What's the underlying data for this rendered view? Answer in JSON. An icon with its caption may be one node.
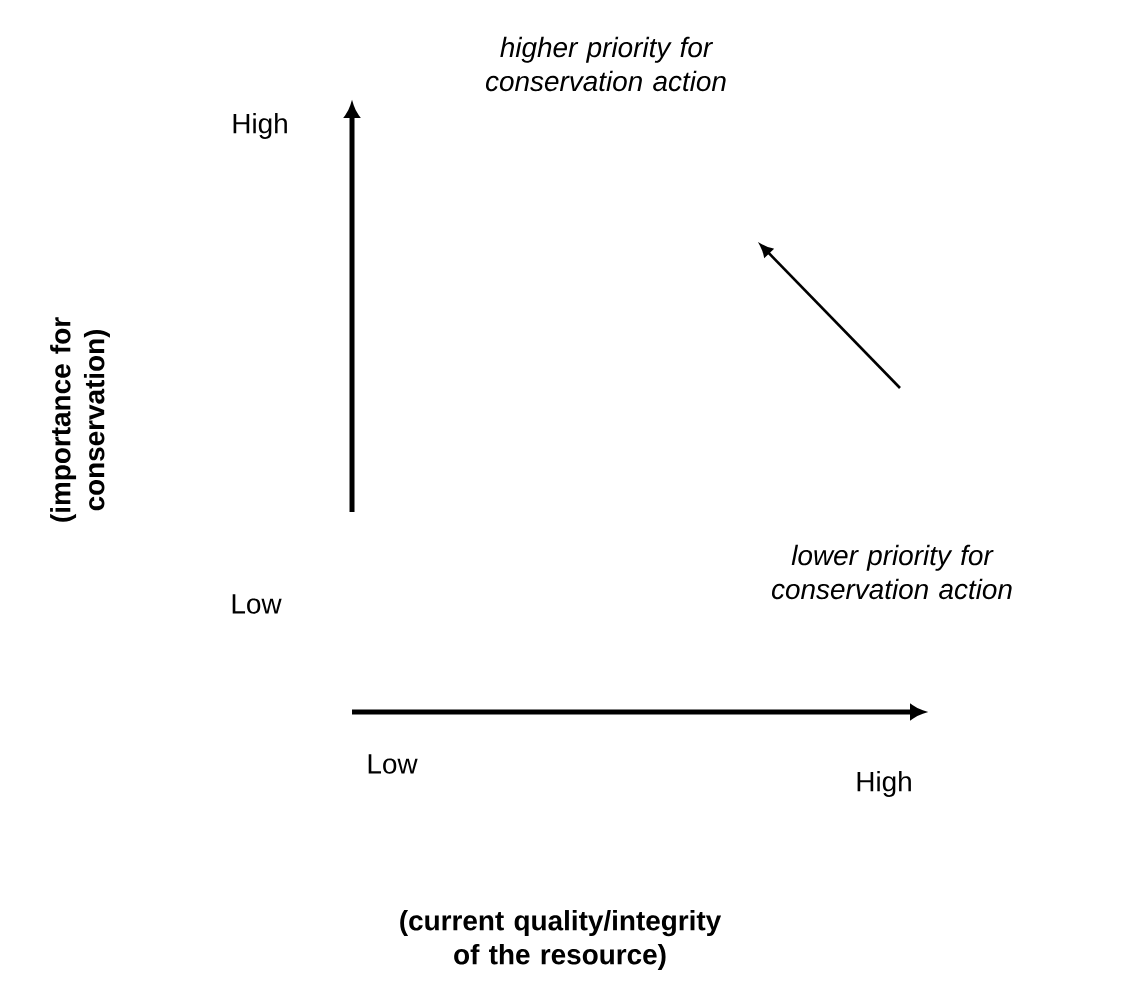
{
  "diagram": {
    "nodes": [
      {
        "text": [
          "higher priority for conservation action"
        ]
      },
      {
        "text": [
          "lower priority for conservation action"
        ]
      }
    ],
    "labels": [
      "High",
      "(importance for conservation)",
      "Low",
      "Low",
      "High",
      "(current quality/integrity of the resource)"
    ]
  }
}
